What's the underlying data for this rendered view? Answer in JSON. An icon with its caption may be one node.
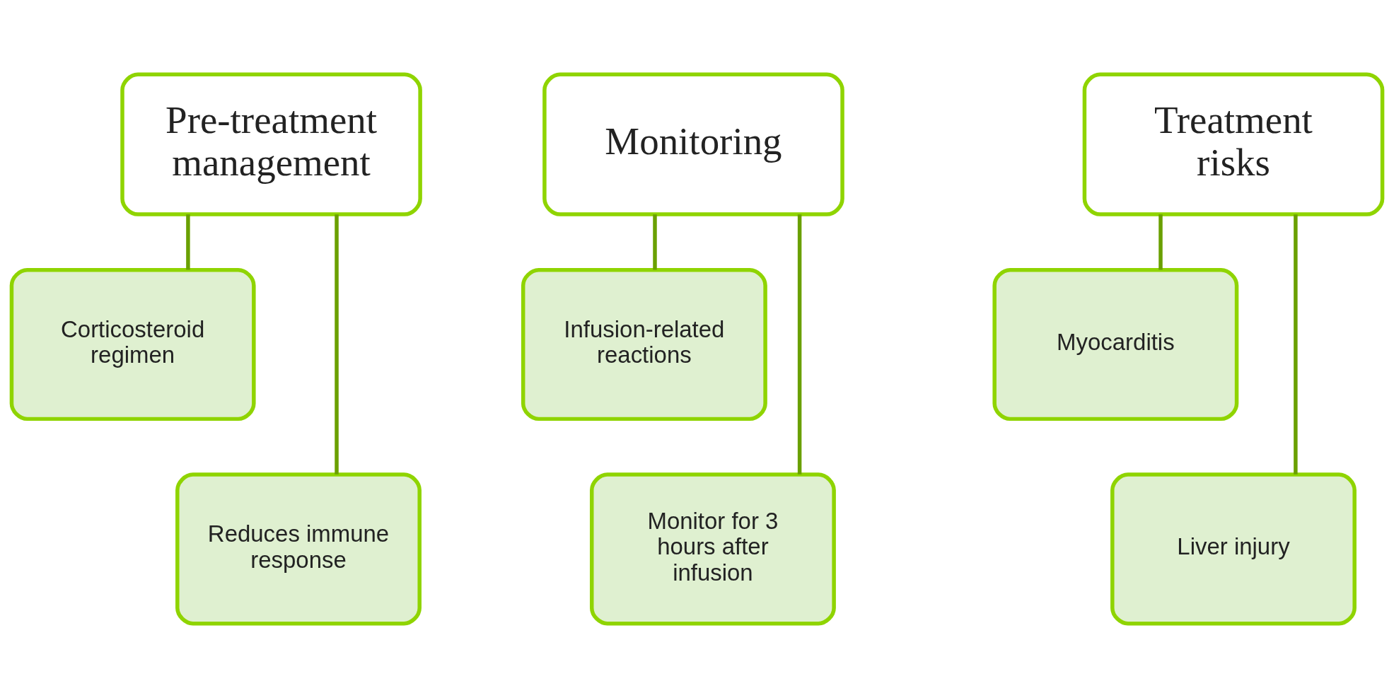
{
  "diagram": {
    "nodes": [
      {
        "text": [
          "Pre-treatment management"
        ]
      },
      {
        "text": [
          "Corticosteroid regimen"
        ]
      },
      {
        "text": [
          "Reduces immune response"
        ]
      },
      {
        "text": [
          "Monitoring"
        ]
      },
      {
        "text": [
          "Infusion-related reactions"
        ]
      },
      {
        "text": [
          "Monitor for 3 hours after infusion"
        ]
      },
      {
        "text": [
          "Treatment risks"
        ]
      },
      {
        "text": [
          "Myocarditis"
        ]
      },
      {
        "text": [
          "Liver injury"
        ]
      }
    ],
    "edges": [
      {
        "from": 0,
        "to": 1,
        "arrow": "none"
      },
      {
        "from": 0,
        "to": 2,
        "arrow": "none"
      },
      {
        "from": 3,
        "to": 4,
        "arrow": "none"
      },
      {
        "from": 3,
        "to": 5,
        "arrow": "none"
      },
      {
        "from": 6,
        "to": 7,
        "arrow": "none"
      },
      {
        "from": 6,
        "to": 8,
        "arrow": "none"
      }
    ]
  }
}
